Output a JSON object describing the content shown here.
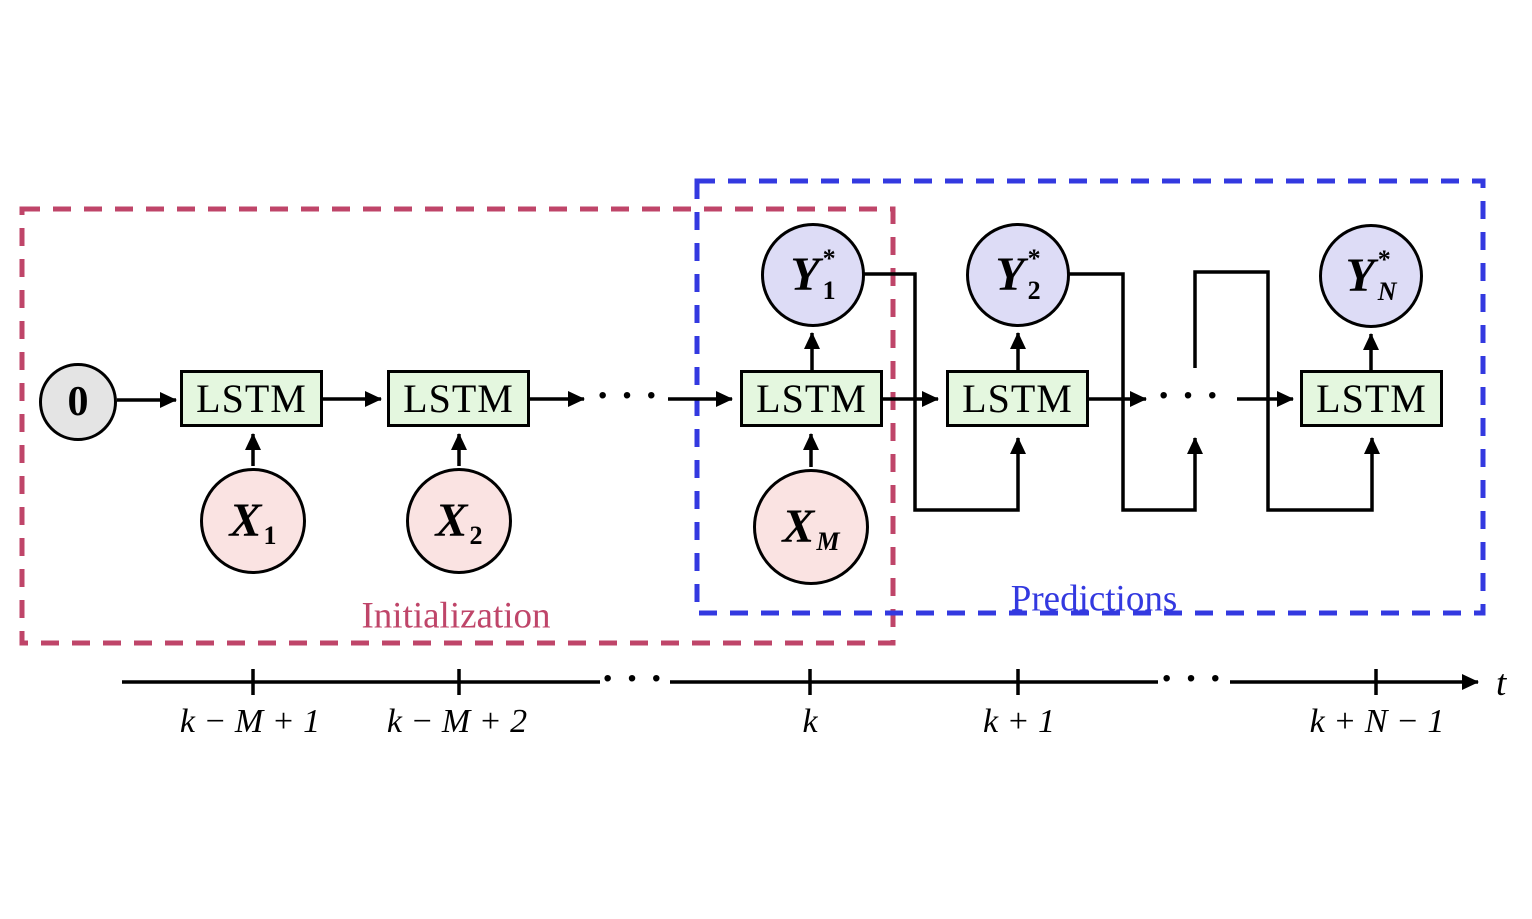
{
  "regions": {
    "initialization": {
      "label": "Initialization",
      "color": "#bf4569"
    },
    "predictions": {
      "label": "Predictions",
      "color": "#3339e0"
    }
  },
  "nodes": {
    "zero_label": "0",
    "lstm_label": "LSTM",
    "x1": {
      "base": "X",
      "sub": "1"
    },
    "x2": {
      "base": "X",
      "sub": "2"
    },
    "xM": {
      "base": "X",
      "sub": "M"
    },
    "y1": {
      "base": "Y",
      "sup": "*",
      "sub": "1"
    },
    "y2": {
      "base": "Y",
      "sup": "*",
      "sub": "2"
    },
    "yN": {
      "base": "Y",
      "sup": "*",
      "sub": "N"
    }
  },
  "ellipsis": "···",
  "axis": {
    "tick_labels": [
      "k − M + 1",
      "k − M + 2",
      "k",
      "k + 1",
      "k + N − 1"
    ],
    "axis_label": "t"
  },
  "colors": {
    "lstm_fill": "#e4f7df",
    "input_fill": "#fae3e2",
    "output_fill": "#dddcf6",
    "zero_fill": "#e4e4e4",
    "line": "#000000"
  }
}
